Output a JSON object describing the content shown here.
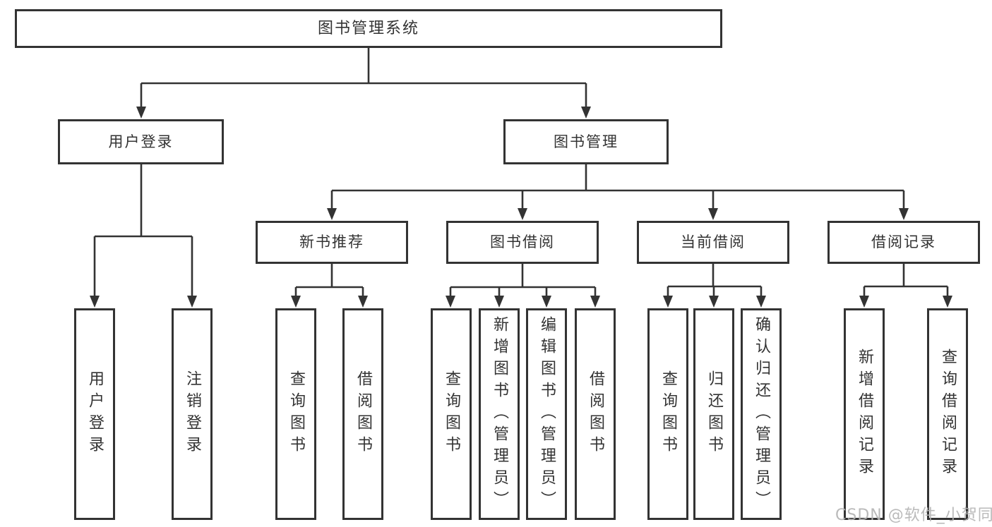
{
  "tree": {
    "root": "图书管理系统",
    "branches": [
      {
        "label": "用户登录",
        "children": [
          "用户登录",
          "注销登录"
        ]
      },
      {
        "label": "图书管理",
        "children": [
          {
            "label": "新书推荐",
            "children": [
              "查询图书",
              "借阅图书"
            ]
          },
          {
            "label": "图书借阅",
            "children": [
              "查询图书",
              "新增图书（管理员）",
              "编辑图书（管理员）",
              "借阅图书"
            ]
          },
          {
            "label": "当前借阅",
            "children": [
              "查询图书",
              "归还图书",
              "确认归还（管理员）"
            ]
          },
          {
            "label": "借阅记录",
            "children": [
              "新增借阅记录",
              "查询借阅记录"
            ]
          }
        ]
      }
    ]
  },
  "watermark": {
    "text": "CSDN @软件_小贺同学"
  },
  "colors": {
    "line": "#333333",
    "text": "#333333",
    "background": "#ffffff",
    "watermark_color": "#b3b3b3"
  }
}
